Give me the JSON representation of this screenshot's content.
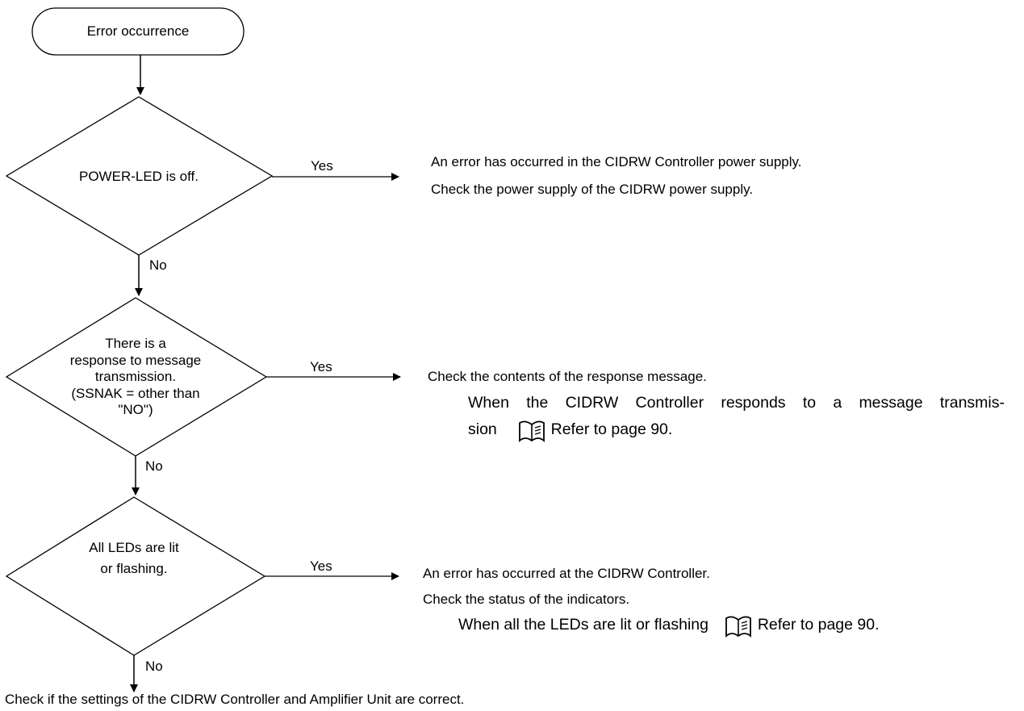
{
  "start": "Error occurrence",
  "decisions": [
    {
      "label": "POWER-LED is off.",
      "yes": "Yes",
      "no": "No"
    },
    {
      "label_lines": [
        "There is a",
        "response to message",
        "transmission.",
        "(SSNAK = other than",
        "\"NO\")"
      ],
      "yes": "Yes",
      "no": "No"
    },
    {
      "label_lines": [
        "All LEDs are lit",
        "or flashing."
      ],
      "yes": "Yes",
      "no": "No"
    }
  ],
  "results": {
    "r1": [
      "An error has occurred in the CIDRW Controller power supply.",
      "Check the power supply of the CIDRW power supply."
    ],
    "r2": {
      "line1": "Check the contents of the response message.",
      "line2": "When the CIDRW Controller responds to a message transmis-",
      "line3a": "sion",
      "line3b": "Refer to page 90."
    },
    "r3": {
      "line1": "An error has occurred at the CIDRW Controller.",
      "line2": "Check the status of the indicators.",
      "line3a": "When all the LEDs are lit or flashing",
      "line3b": "Refer to page 90."
    }
  },
  "final": "Check if the settings of the CIDRW Controller and Amplifier Unit are correct.",
  "icon": "book-reference-icon"
}
